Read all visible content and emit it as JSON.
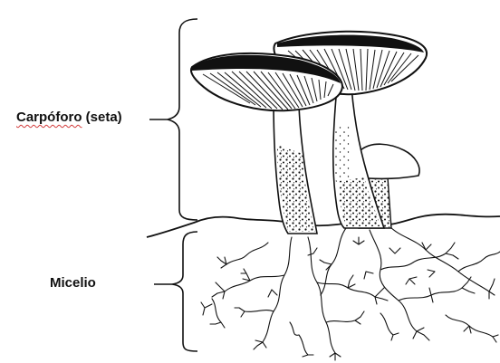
{
  "labels": {
    "fruiting_body": "Carpóforo (seta)",
    "fruiting_body_word": "Carpóforo",
    "fruiting_body_rest": " (seta)",
    "mycelium": "Micelio"
  },
  "colors": {
    "ink": "#111111",
    "background": "#ffffff",
    "spellcheck_underline": "#d23b3b"
  }
}
